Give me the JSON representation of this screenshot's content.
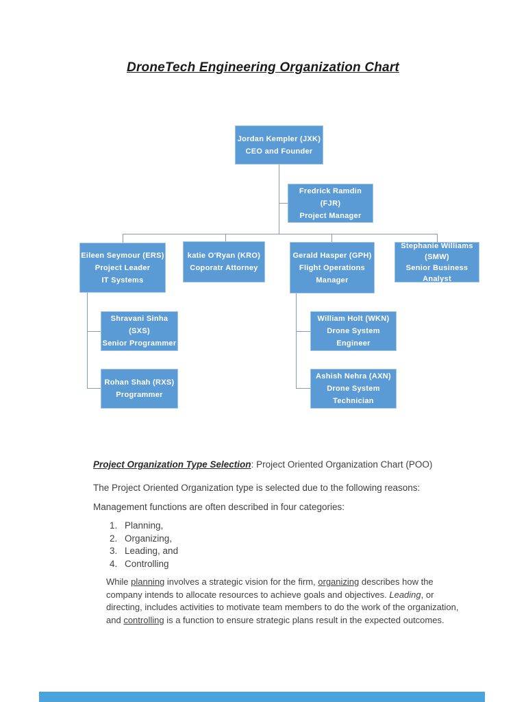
{
  "document": {
    "title": "DroneTech Engineering Organization Chart",
    "section": {
      "heading_emphasis": "Project Organization Type Selection",
      "heading_rest": ": Project Oriented Organization Chart (POO)",
      "intro": "The Project Oriented Organization type is selected due to the following reasons:",
      "categories_lead": "Management functions are often described in four categories:",
      "list": [
        {
          "num": "1.",
          "label": "Planning,"
        },
        {
          "num": "2.",
          "label": "Organizing,"
        },
        {
          "num": "3.",
          "label": "Leading, and"
        },
        {
          "num": "4.",
          "label": "Controlling"
        }
      ],
      "paragraph_segments": [
        {
          "text": "While "
        },
        {
          "text": "planning"
        },
        {
          "text": " involves a strategic vision for the firm, "
        },
        {
          "text": "organizing"
        },
        {
          "text": " describes how the company intends to allocate resources to achieve goals and objectives. "
        },
        {
          "text": "Leading"
        },
        {
          "text": ", or directing, includes activities to motivate team members to do the work of the organization, and "
        },
        {
          "text": "controlling"
        },
        {
          "text": " is a function to ensure strategic plans result in the expected outcomes."
        }
      ]
    }
  },
  "org_chart": {
    "nodes": {
      "ceo": {
        "lines": [
          "Jordan Kempler (JXK)",
          "CEO and Founder"
        ]
      },
      "pm": {
        "lines": [
          "Fredrick Ramdin (FJR)",
          "Project Manager"
        ]
      },
      "eileen": {
        "lines": [
          "Eileen Seymour (ERS)",
          "Project Leader",
          "IT Systems"
        ]
      },
      "katie": {
        "lines": [
          "katie O'Ryan (KRO)",
          "Coporatr Attorney"
        ]
      },
      "gerald": {
        "lines": [
          "Gerald Hasper (GPH)",
          "Flight Operations",
          "Manager"
        ]
      },
      "stephanie": {
        "lines": [
          "Stephanie Williams",
          "(SMW)",
          "Senior Business Analyst"
        ]
      },
      "shravani": {
        "lines": [
          "Shravani Sinha (SXS)",
          "Senior Programmer"
        ]
      },
      "rohan": {
        "lines": [
          "Rohan Shah (RXS)",
          "Programmer"
        ]
      },
      "william": {
        "lines": [
          "William Holt (WKN)",
          "Drone System Engineer"
        ]
      },
      "ashish": {
        "lines": [
          "Ashish Nehra (AXN)",
          "Drone System Technician"
        ]
      }
    }
  },
  "colors": {
    "node_fill": "#5b9bd5",
    "node_border": "#9dc3e6",
    "connector": "#7f9db9",
    "bottom_bar": "#4aa3dc",
    "body_text": "#3f3f3f"
  }
}
